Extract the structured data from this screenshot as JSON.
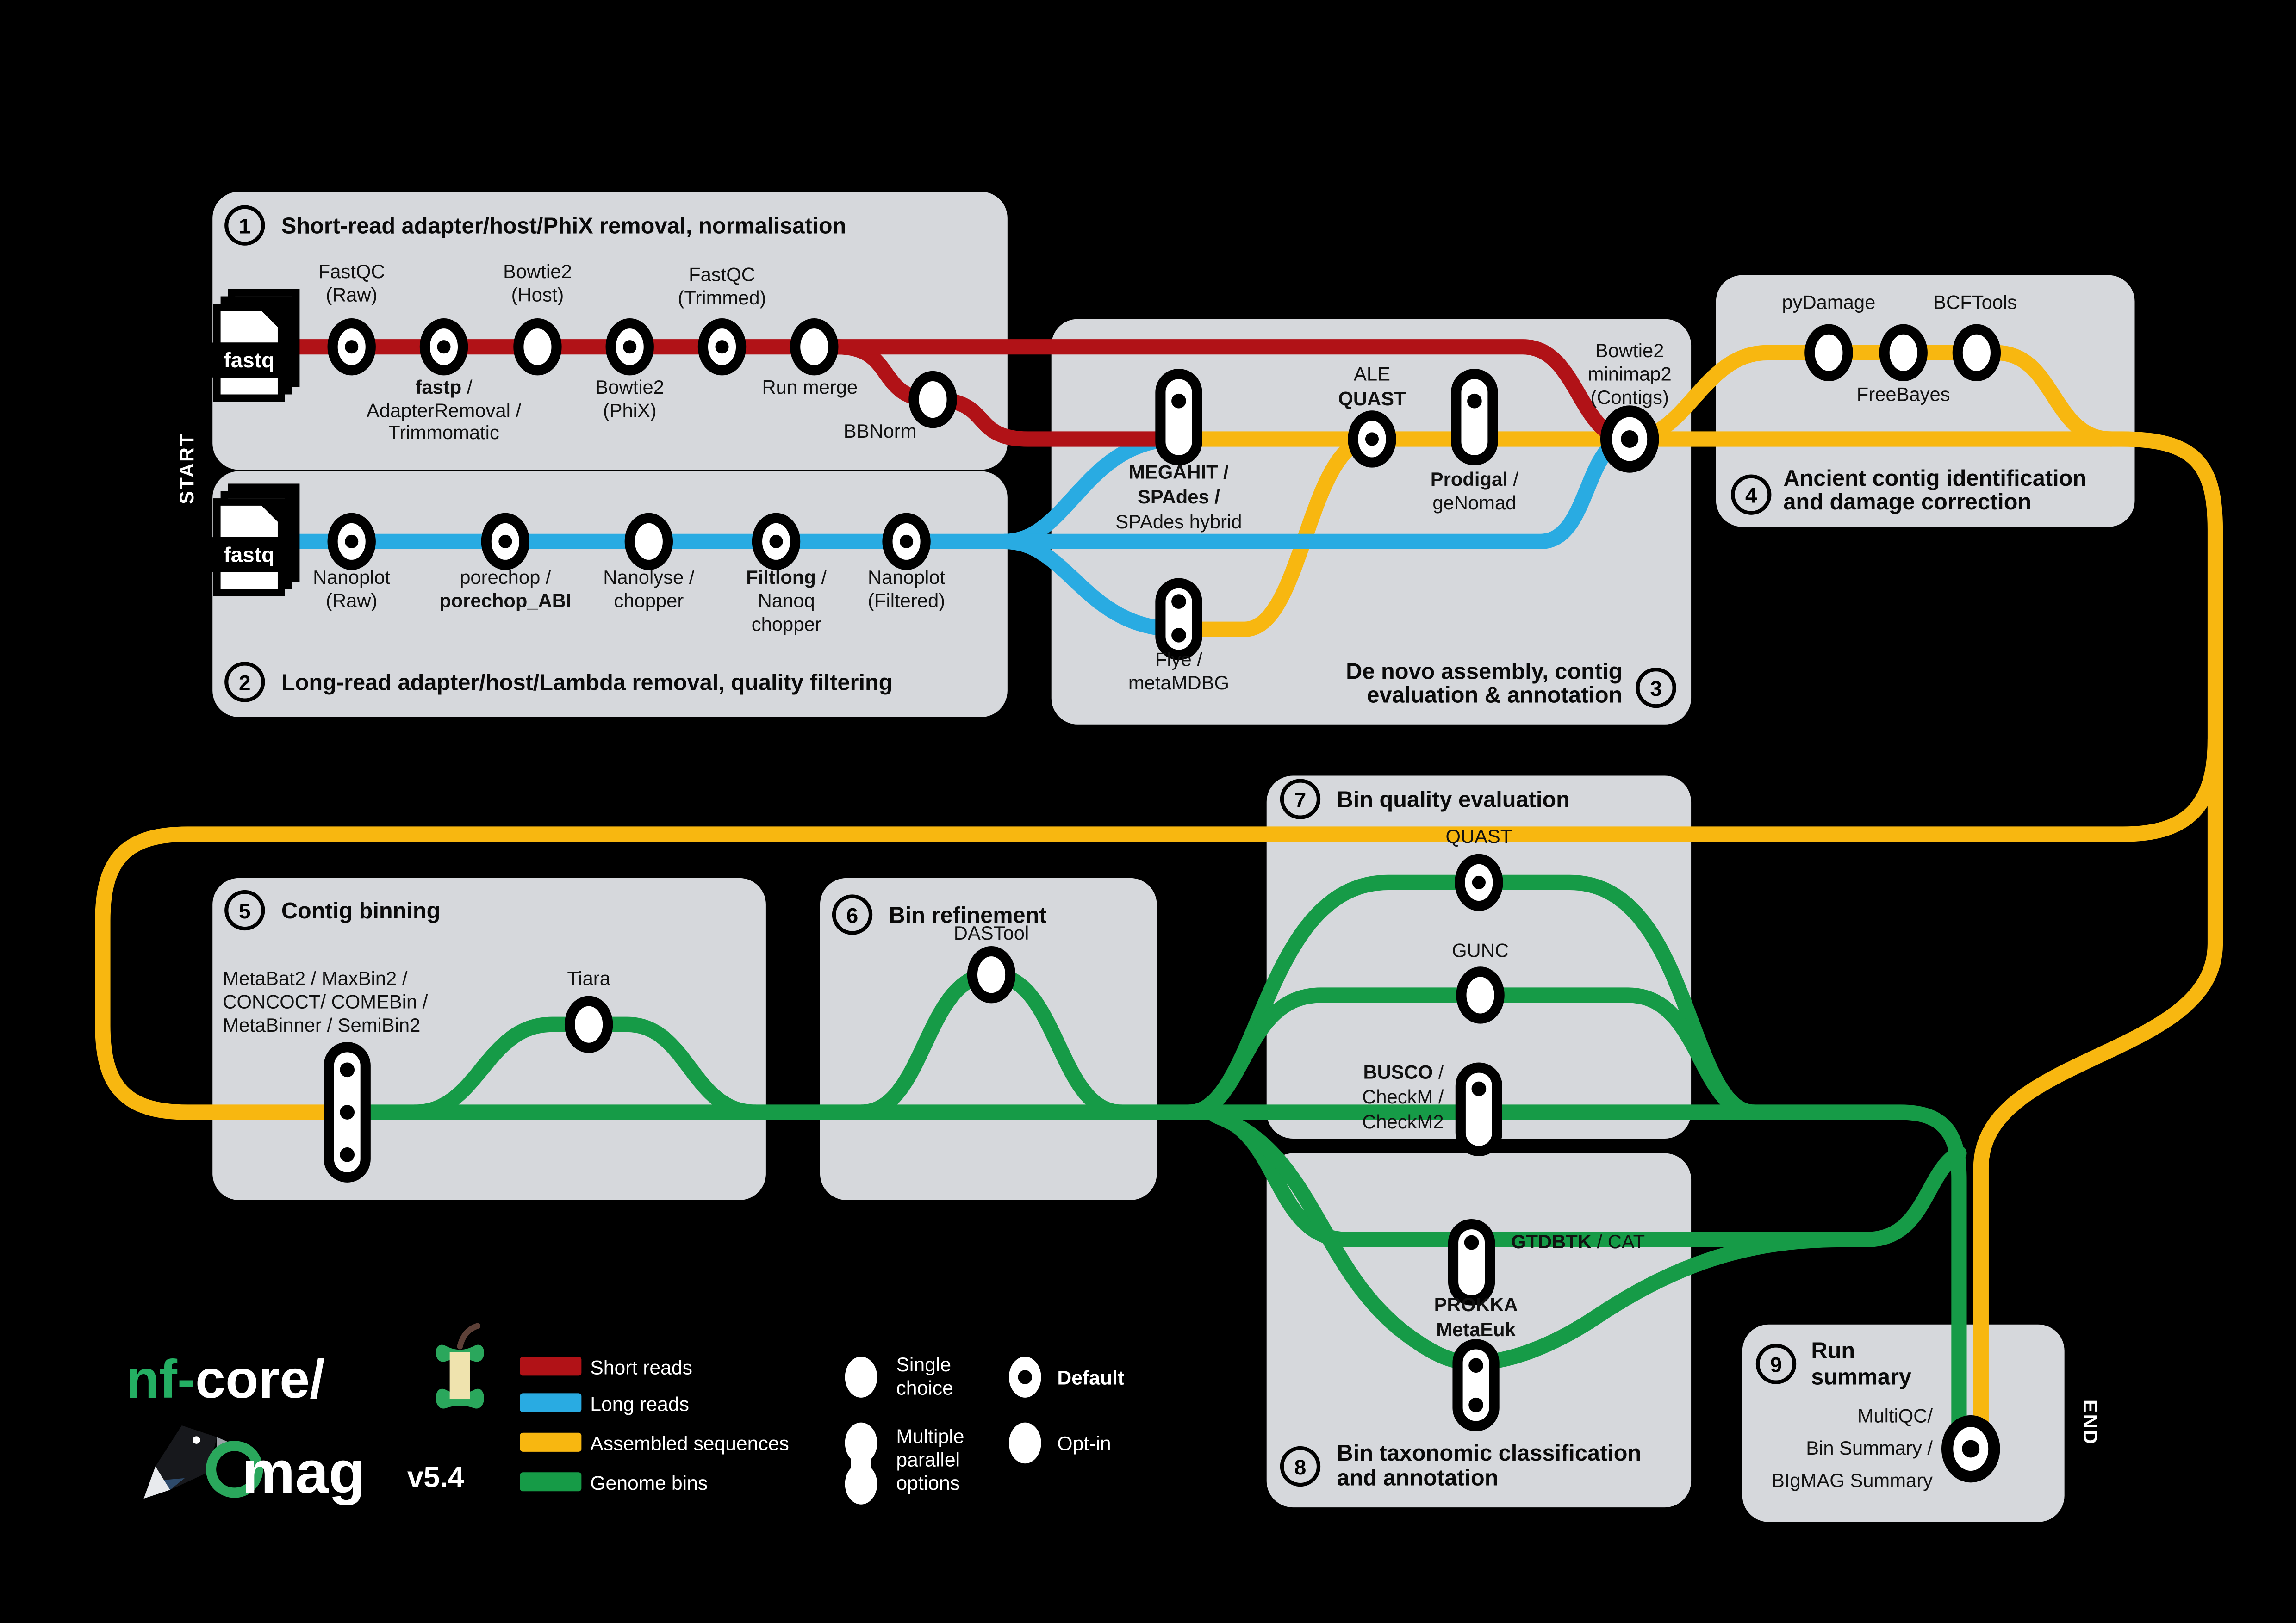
{
  "colors": {
    "short_reads": "#b11217",
    "long_reads": "#29abe2",
    "assembled": "#f8b710",
    "bins": "#169b47",
    "box_bg": "#d6d8dc",
    "background": "#000000",
    "logo_green": "#24af63"
  },
  "markers": {
    "start": "START",
    "end": "END"
  },
  "sections": {
    "s1": {
      "num": "1",
      "title": "Short-read adapter/host/PhiX removal, normalisation"
    },
    "s2": {
      "num": "2",
      "title": "Long-read adapter/host/Lambda removal, quality filtering"
    },
    "s3": {
      "num": "3",
      "l1": "De novo assembly, contig",
      "l2": "evaluation & annotation"
    },
    "s4": {
      "num": "4",
      "l1": "Ancient contig identification",
      "l2": "and damage correction"
    },
    "s5": {
      "num": "5",
      "title": "Contig binning"
    },
    "s6": {
      "num": "6",
      "title": "Bin refinement"
    },
    "s7": {
      "num": "7",
      "title": "Bin quality evaluation"
    },
    "s8": {
      "num": "8",
      "l1": "Bin taxonomic classification",
      "l2": "and annotation"
    },
    "s9": {
      "num": "9",
      "l1": "Run",
      "l2": "summary"
    }
  },
  "stations": {
    "fastq": "fastq",
    "fastqc_raw": [
      "FastQC",
      "(Raw)"
    ],
    "fastp": {
      "l1b": "fastp",
      "l1r": " /",
      "l2": "AdapterRemoval /",
      "l3": "Trimmomatic"
    },
    "bowtie2_host": [
      "Bowtie2",
      "(Host)"
    ],
    "bowtie2_phix": [
      "Bowtie2",
      "(PhiX)"
    ],
    "fastqc_trimmed": [
      "FastQC",
      "(Trimmed)"
    ],
    "run_merge": "Run merge",
    "bbnorm": "BBNorm",
    "nanoplot_raw": [
      "Nanoplot",
      "(Raw)"
    ],
    "porechop": {
      "l1": "porechop /",
      "l2b": "porechop_ABI"
    },
    "nanolyse": [
      "Nanolyse /",
      "chopper"
    ],
    "filtlong": {
      "l1b": "Filtlong",
      "l1r": " /",
      "l2": "Nanoq",
      "l3": "chopper"
    },
    "nanoplot_filtered": [
      "Nanoplot",
      "(Filtered)"
    ],
    "megahit": {
      "l1b": "MEGAHIT /",
      "l2b": "SPAdes /",
      "l3": "SPAdes hybrid"
    },
    "flye": [
      "Flye /",
      "metaMDBG"
    ],
    "ale_quast": {
      "l1": "ALE",
      "l2b": "QUAST"
    },
    "prodigal": {
      "l1b": "Prodigal",
      "l1r": " /",
      "l2": "geNomad"
    },
    "bowtie2_minimap2": [
      "Bowtie2",
      "minimap2",
      "(Contigs)"
    ],
    "pydamage": "pyDamage",
    "freebayes": "FreeBayes",
    "bcftools": "BCFTools",
    "binners": [
      "MetaBat2 / MaxBin2 /",
      "CONCOCT/ COMEBin /",
      "MetaBinner / SemiBin2"
    ],
    "tiara": "Tiara",
    "dastool": "DASTool",
    "quast": "QUAST",
    "gunc": "GUNC",
    "busco": {
      "l1b": "BUSCO",
      "l1r": " /",
      "l2": "CheckM /",
      "l3": "CheckM2"
    },
    "gtdbtk": {
      "l1b": "GTDBTK",
      "l1r": " / CAT"
    },
    "prokka": {
      "l1b": "PROKKA",
      "l2b": "MetaEuk"
    },
    "summary": [
      "MultiQC/",
      "Bin Summary /",
      "BIgMAG Summary"
    ]
  },
  "legend": {
    "short": "Short reads",
    "long": "Long reads",
    "assembled": "Assembled sequences",
    "bins": "Genome bins",
    "single1": "Single",
    "single2": "choice",
    "multi1": "Multiple",
    "multi2": "parallel",
    "multi3": "options",
    "default": "Default",
    "optin": "Opt-in"
  },
  "logo": {
    "nf": "nf-",
    "core": "core/",
    "app": "mag",
    "version": "v5.4"
  }
}
